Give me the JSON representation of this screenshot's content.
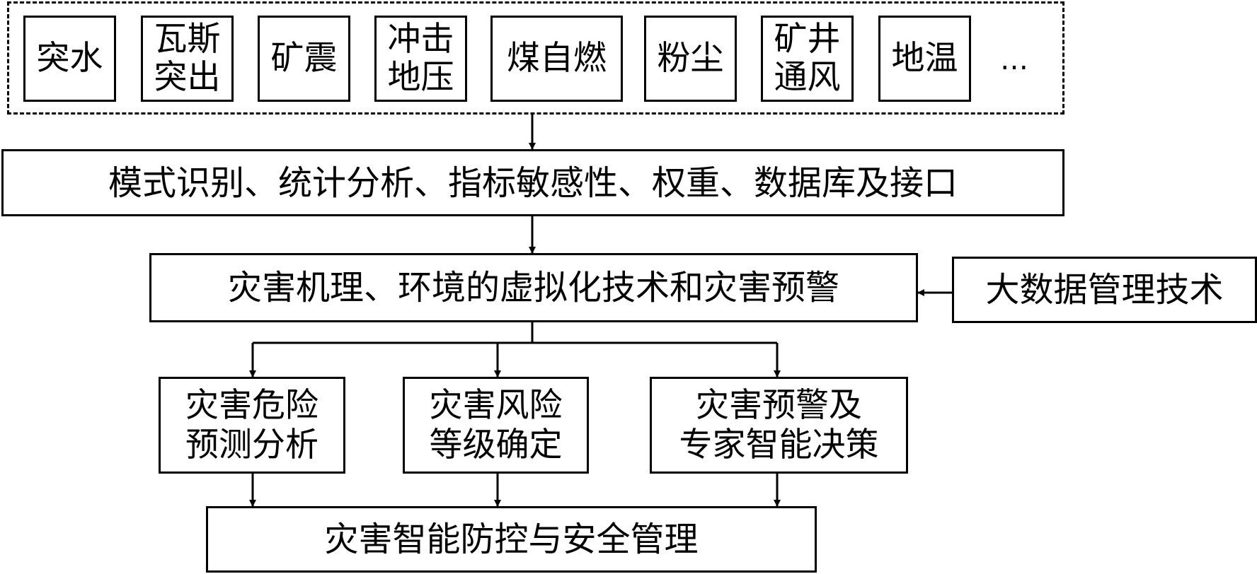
{
  "hazards": [
    {
      "id": "water",
      "label": "突水"
    },
    {
      "id": "gas",
      "label": "瓦斯\n突出"
    },
    {
      "id": "quake",
      "label": "矿震"
    },
    {
      "id": "burst",
      "label": "冲击\n地压"
    },
    {
      "id": "combust",
      "label": "煤自燃"
    },
    {
      "id": "dust",
      "label": "粉尘"
    },
    {
      "id": "vent",
      "label": "矿井\n通风"
    },
    {
      "id": "temp",
      "label": "地温"
    }
  ],
  "hazards_more": "…",
  "methods": "模式识别、统计分析、指标敏感性、权重、数据库及接口",
  "mechanism": "灾害机理、环境的虚拟化技术和灾害预警",
  "bigdata": "大数据管理技术",
  "outputs": [
    {
      "id": "prediction",
      "label": "灾害危险\n预测分析"
    },
    {
      "id": "risk-level",
      "label": "灾害风险\n等级确定"
    },
    {
      "id": "warning",
      "label": "灾害预警及\n专家智能决策"
    }
  ],
  "final": "灾害智能防控与安全管理"
}
